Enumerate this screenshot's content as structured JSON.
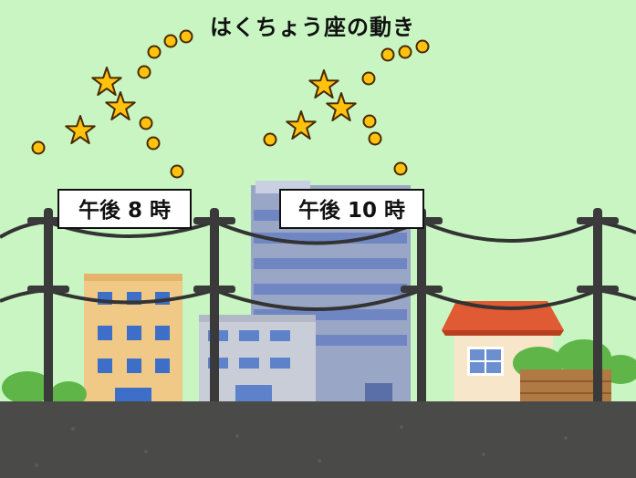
{
  "title": "はくちょう座の動き",
  "labels": {
    "time_8": "午後 8 時",
    "time_10": "午後 10 時"
  },
  "colors": {
    "sky": "#c8f5c2",
    "star_fill": "#ffc20e",
    "star_stroke": "#4a2a00",
    "ground": "#4a4a48",
    "pole": "#3a3a3a"
  },
  "constellation_icons": [
    "star-icon",
    "dot-icon"
  ]
}
